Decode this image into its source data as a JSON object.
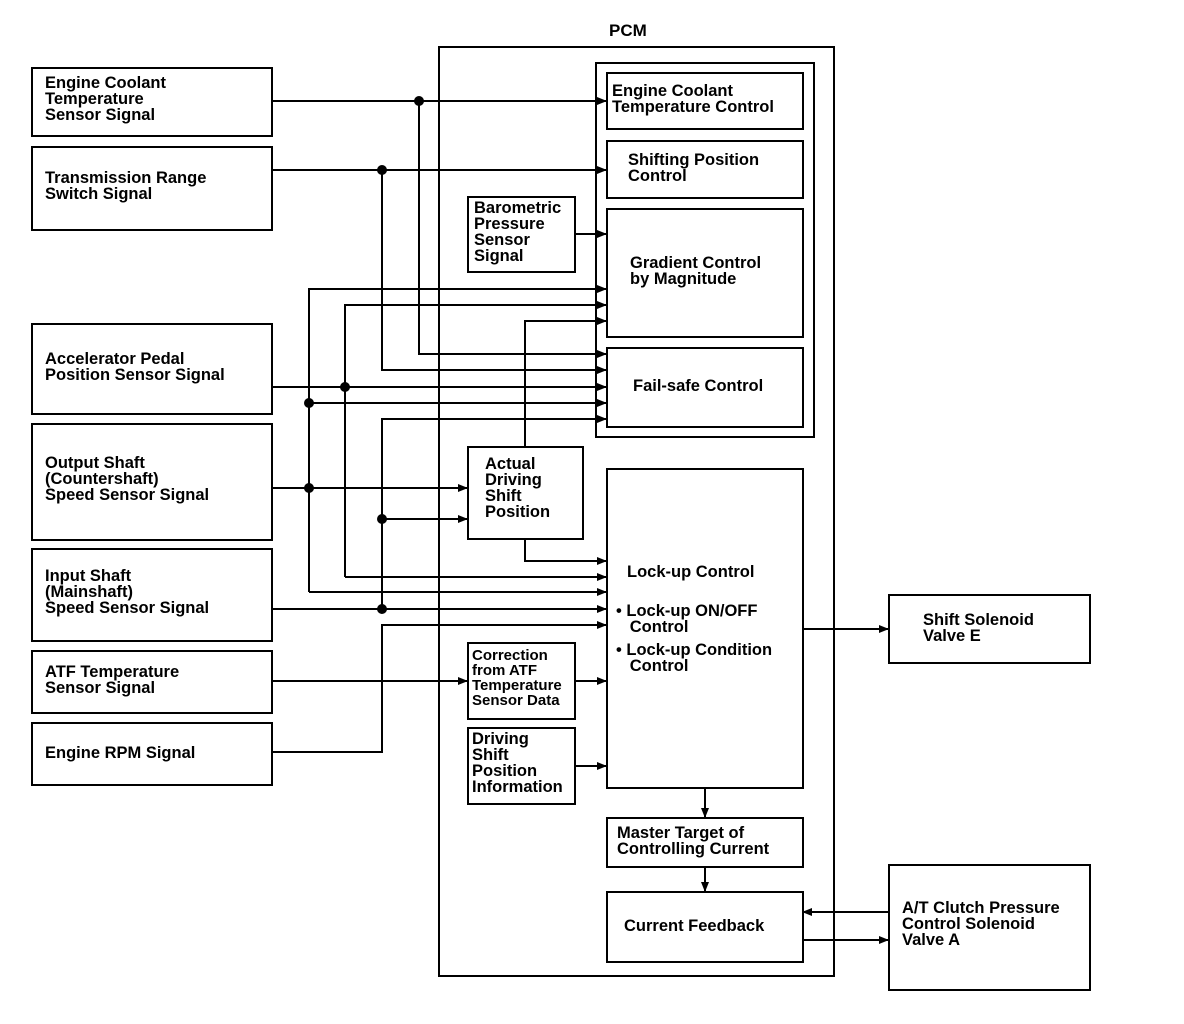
{
  "pcm": {
    "title": "PCM"
  },
  "inputs": {
    "ect": "Engine Coolant\nTemperature\nSensor Signal",
    "trs": "Transmission Range\nSwitch Signal",
    "app": "Accelerator Pedal\nPosition Sensor Signal",
    "oss": "Output Shaft\n(Countershaft)\nSpeed Sensor Signal",
    "iss": "Input Shaft\n(Mainshaft)\nSpeed Sensor Signal",
    "atf": "ATF Temperature\nSensor Signal",
    "rpm": "Engine RPM Signal"
  },
  "internal": {
    "baro": "Barometric\nPressure\nSensor\nSignal",
    "adsp": "Actual\nDriving\nShift\nPosition",
    "corr": "Correction\nfrom ATF\nTemperature\nSensor Data",
    "dspi": "Driving\nShift\nPosition\nInformation"
  },
  "controls": {
    "ectc": "Engine Coolant\nTemperature Control",
    "spc": "Shifting Position\nControl",
    "grad": "Gradient Control\nby Magnitude",
    "fail": "Fail-safe Control",
    "lockup": "Lock-up Control",
    "lu_onoff": "• Lock-up ON/OFF\n   Control",
    "lu_cond": "• Lock-up Condition\n   Control",
    "master": "Master Target of\nControlling Current",
    "feedback": "Current Feedback"
  },
  "outputs": {
    "solE": "Shift Solenoid\nValve E",
    "solA": "A/T Clutch Pressure\nControl Solenoid\nValve A"
  }
}
